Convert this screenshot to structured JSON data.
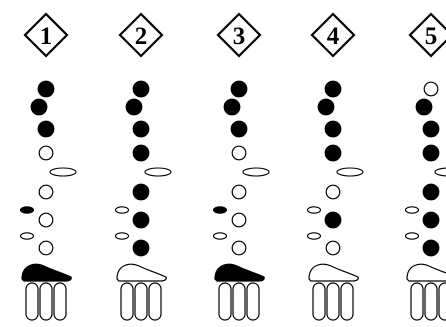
{
  "colors": {
    "ink": "#000000",
    "paper": "#ffffff"
  },
  "fingerings": [
    {
      "number": "1",
      "main_keys": [
        true,
        true,
        true,
        false,
        false,
        false,
        false
      ],
      "side_left": [
        false,
        true,
        false
      ],
      "side_right": [
        false
      ],
      "octave_filled": true,
      "table_keys": [
        false,
        false,
        false
      ]
    },
    {
      "number": "2",
      "main_keys": [
        true,
        true,
        true,
        true,
        true,
        true,
        true
      ],
      "side_left": [
        false,
        false,
        false
      ],
      "side_right": [
        false
      ],
      "octave_filled": false,
      "table_keys": [
        false,
        false,
        false
      ]
    },
    {
      "number": "3",
      "main_keys": [
        true,
        true,
        true,
        false,
        false,
        false,
        false
      ],
      "side_left": [
        false,
        true,
        false
      ],
      "side_right": [
        false
      ],
      "octave_filled": true,
      "table_keys": [
        false,
        false,
        false
      ]
    },
    {
      "number": "4",
      "main_keys": [
        true,
        true,
        true,
        true,
        false,
        true,
        false
      ],
      "side_left": [
        false,
        false,
        false
      ],
      "side_right": [
        false
      ],
      "octave_filled": false,
      "table_keys": [
        false,
        false,
        false
      ]
    },
    {
      "number": "5",
      "main_keys": [
        false,
        true,
        true,
        true,
        true,
        true,
        true
      ],
      "side_left": [
        false,
        false,
        false
      ],
      "side_right": [
        false
      ],
      "octave_filled": false,
      "table_keys": [
        false,
        false,
        false
      ]
    }
  ]
}
